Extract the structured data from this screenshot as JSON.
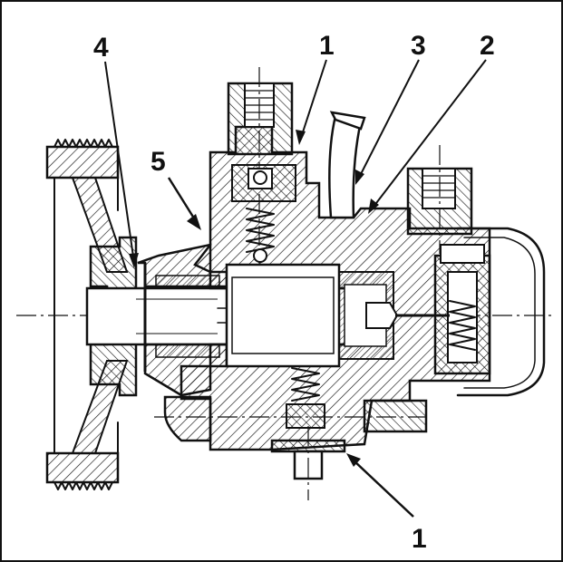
{
  "figure": {
    "background": "#ffffff",
    "ink": "#111111",
    "callouts": {
      "label_1_top": "1",
      "label_1_bottom": "1",
      "label_2": "2",
      "label_3": "3",
      "label_4": "4",
      "label_5": "5"
    }
  }
}
